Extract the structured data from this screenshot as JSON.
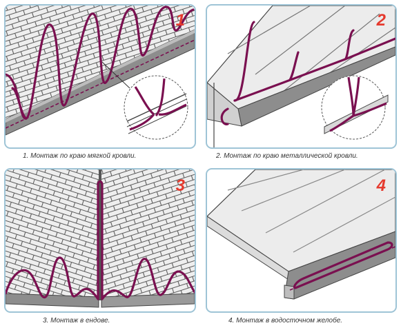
{
  "colors": {
    "cable": "#7a1050",
    "frame": "#9ec4d6",
    "number": "#e53a2e",
    "shingle": "#e8e8e8",
    "roof_edge": "#8d8d8d",
    "metal": "#e4e4e4"
  },
  "panels": [
    {
      "number": "1",
      "caption": "1. Монтаж по краю мягкой кровли."
    },
    {
      "number": "2",
      "caption": "2. Монтаж по краю металлической кровли."
    },
    {
      "number": "3",
      "caption": "3. Монтаж в ендове."
    },
    {
      "number": "4",
      "caption": "4. Монтаж в водосточном желобе."
    }
  ]
}
